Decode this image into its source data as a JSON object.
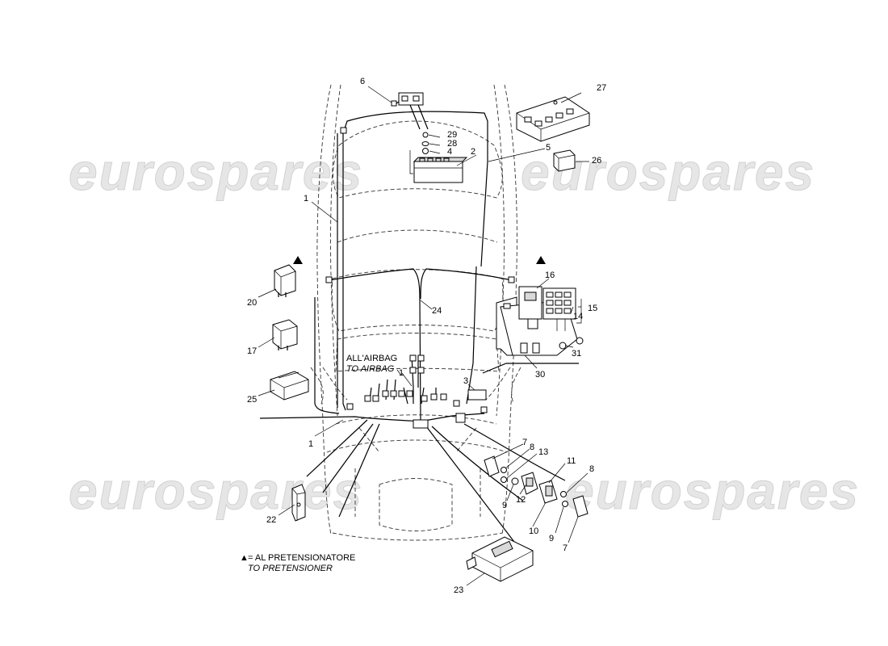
{
  "watermark": "eurospares",
  "callouts": {
    "c1a": "1",
    "c1b": "1",
    "c1c": "1",
    "c2": "2",
    "c3": "3",
    "c4": "4",
    "c5": "5",
    "c6": "6",
    "c7a": "7",
    "c7b": "7",
    "c8a": "8",
    "c8b": "8",
    "c9a": "9",
    "c9b": "9",
    "c10": "10",
    "c11": "11",
    "c12": "12",
    "c13": "13",
    "c14": "14",
    "c15": "15",
    "c16": "16",
    "c17": "17",
    "c20": "20",
    "c22": "22",
    "c23": "23",
    "c24": "24",
    "c25": "25",
    "c26": "26",
    "c27": "27",
    "c28": "28",
    "c29": "29",
    "c30": "30",
    "c31": "31"
  },
  "airbag_note": {
    "it": "ALL'AIRBAG",
    "en": "TO AIRBAG"
  },
  "legend": {
    "symbol": "▲",
    "it": "= AL PRETENSIONATORE",
    "en": "TO PRETENSIONER"
  },
  "colors": {
    "line": "#000000",
    "body_outline": "#333333",
    "watermark": "#e6e6e6"
  }
}
